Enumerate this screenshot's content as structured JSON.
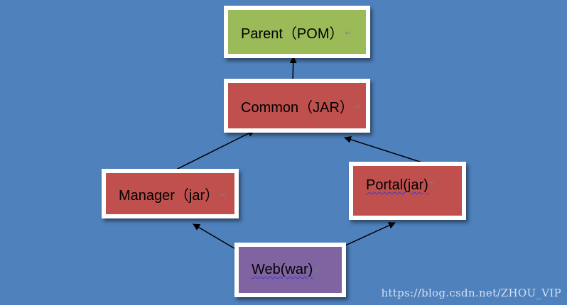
{
  "colors": {
    "background": "#4f81bd",
    "pom": "#9bbb59",
    "jar": "#c0504d",
    "war": "#8064a2",
    "border": "#ffffff"
  },
  "nodes": {
    "parent": {
      "label": "Parent（POM）",
      "mark": "↵",
      "color": "#9bbb59"
    },
    "common": {
      "label": "Common（JAR）",
      "mark": "↵",
      "color": "#c0504d"
    },
    "manager": {
      "label": "Manager（jar）",
      "mark": "↵",
      "color": "#c0504d"
    },
    "portal": {
      "label": "Portal(jar)",
      "mark": "↵",
      "color": "#c0504d"
    },
    "web": {
      "label": "Web(war)",
      "mark": "↵",
      "color": "#8064a2"
    }
  },
  "edges": [
    {
      "from": "common",
      "to": "parent"
    },
    {
      "from": "manager",
      "to": "common"
    },
    {
      "from": "portal",
      "to": "common"
    },
    {
      "from": "web",
      "to": "manager"
    },
    {
      "from": "web",
      "to": "portal"
    }
  ],
  "watermark": "https://blog.csdn.net/ZHOU_VIP"
}
